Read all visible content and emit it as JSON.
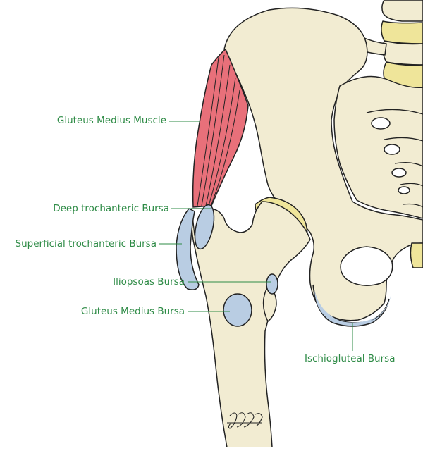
{
  "labels": {
    "gluteus_medius_muscle": "Gluteus Medius Muscle",
    "deep_trochanteric_bursa": "Deep trochanteric Bursa",
    "superficial_trochanteric_bursa": "Superficial trochanteric Bursa",
    "iliopsoas_bursa": "Iliopsoas Bursa",
    "gluteus_medius_bursa": "Gluteus Medius Bursa",
    "ischiogluteal_bursa": "Ischiogluteal Bursa"
  },
  "signature": "JJS",
  "colors": {
    "bone": "#f2ecd2",
    "cartilage": "#efe59a",
    "muscle": "#e8707a",
    "bursa": "#b9cde3",
    "outline": "#222222",
    "label": "#2e8b46"
  }
}
